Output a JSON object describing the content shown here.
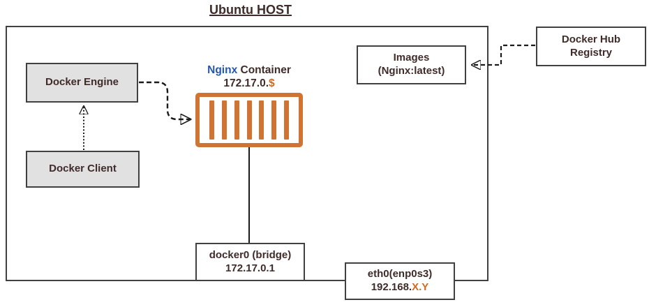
{
  "title": "Ubuntu HOST",
  "colors": {
    "dark_text": "#3f2b29",
    "box_border": "#404040",
    "box_gray_fill": "#e1e1e1",
    "container_orange": "#cf7433",
    "nginx_blue": "#2456b0",
    "ip_accent_orange": "#d2691e",
    "arrow_black": "#1a1a1a"
  },
  "nodes": {
    "docker_engine": {
      "label": "Docker Engine"
    },
    "docker_client": {
      "label": "Docker Client"
    },
    "nginx_container": {
      "name": "Nginx",
      "type_label": "Container",
      "ip_base": "172.17.0.",
      "ip_var": "$"
    },
    "images": {
      "line1": "Images",
      "line2": "(Nginx:latest)"
    },
    "docker_hub_registry": {
      "line1": "Docker Hub",
      "line2": "Registry"
    },
    "docker0_bridge": {
      "line1": "docker0 (bridge)",
      "line2": "172.17.0.1"
    },
    "eth0": {
      "line1": "eth0(enp0s3)",
      "ip_base": "192.168.",
      "ip_var": "X.Y"
    }
  },
  "edges": [
    {
      "from": "docker_client",
      "to": "docker_engine",
      "style": "dotted-arrow"
    },
    {
      "from": "docker_engine",
      "to": "nginx_container",
      "style": "dashed-arrow"
    },
    {
      "from": "nginx_container",
      "to": "docker0_bridge",
      "style": "solid-line"
    },
    {
      "from": "docker_hub_registry",
      "to": "images",
      "style": "dashed-arrow"
    }
  ]
}
